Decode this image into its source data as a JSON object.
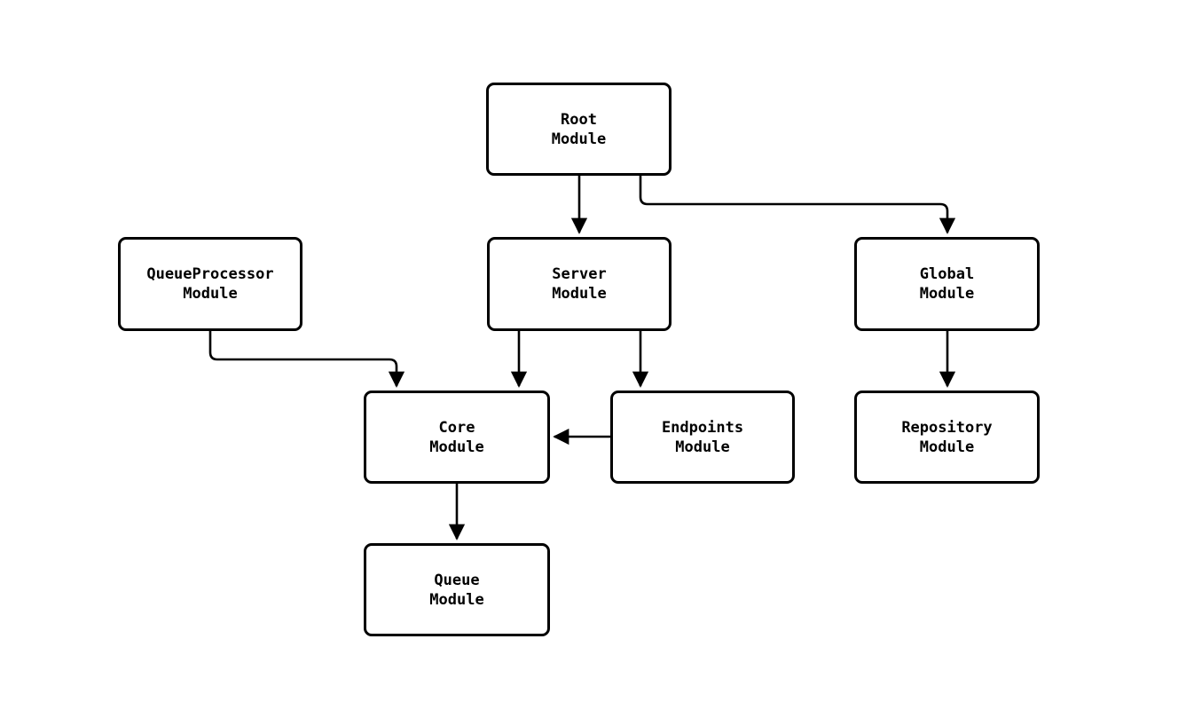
{
  "diagram": {
    "type": "flowchart",
    "background_color": "#ffffff",
    "node_fill_color": "#ffffff",
    "stroke_color": "#000000",
    "nodes": [
      {
        "id": "root",
        "label": "Root\nModule"
      },
      {
        "id": "queueprocessor",
        "label": "QueueProcessor\nModule"
      },
      {
        "id": "server",
        "label": "Server\nModule"
      },
      {
        "id": "global",
        "label": "Global\nModule"
      },
      {
        "id": "core",
        "label": "Core\nModule"
      },
      {
        "id": "endpoints",
        "label": "Endpoints\nModule"
      },
      {
        "id": "repository",
        "label": "Repository\nModule"
      },
      {
        "id": "queue",
        "label": "Queue\nModule"
      }
    ],
    "edges": [
      {
        "from": "root",
        "to": "server"
      },
      {
        "from": "root",
        "to": "global"
      },
      {
        "from": "queueprocessor",
        "to": "core"
      },
      {
        "from": "server",
        "to": "core"
      },
      {
        "from": "server",
        "to": "endpoints"
      },
      {
        "from": "endpoints",
        "to": "core"
      },
      {
        "from": "global",
        "to": "repository"
      },
      {
        "from": "core",
        "to": "queue"
      }
    ]
  }
}
